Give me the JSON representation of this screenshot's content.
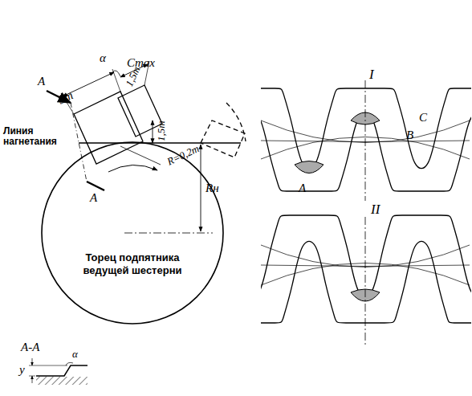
{
  "diagram": {
    "nodes": [
      {
        "text": [
          "Торец подпятника ведущей шестерни"
        ]
      }
    ],
    "labels": [
      "A",
      "3m",
      "α",
      "Cmax",
      "1,5m",
      "Линия нагнетания",
      "1,5m",
      "R=0,2m",
      "A",
      "Rн",
      "A-A",
      "α",
      "y",
      "I",
      "C",
      "B",
      "A",
      "II"
    ]
  }
}
